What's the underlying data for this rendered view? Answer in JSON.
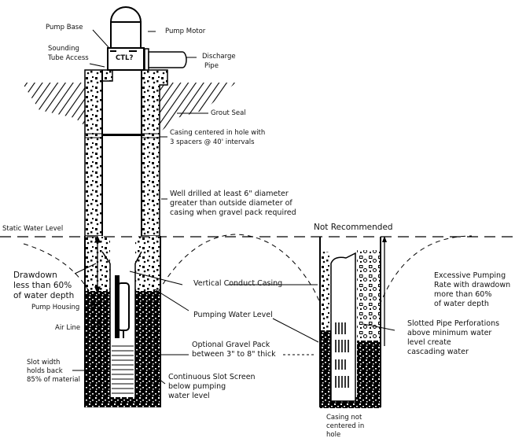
{
  "diagram": {
    "title": "Water Well Construction",
    "pump_assembly": {
      "pump_base": "Pump Base",
      "pump_motor": "Pump Motor",
      "sounding_tube_line1": "Sounding",
      "sounding_tube_line2": "Tube Access",
      "discharge_line1": "Discharge",
      "discharge_line2": "Pipe",
      "motor_badge": "CTL?"
    },
    "well_labels": {
      "grout_seal": "Grout Seal",
      "casing_centered_line1": "Casing centered in hole with",
      "casing_centered_line2": "3 spacers @ 40' intervals",
      "well_drilled_line1": "Well drilled at least 6\" diameter",
      "well_drilled_line2": "greater than outside diameter of",
      "well_drilled_line3": "casing when gravel pack required",
      "static_water_level": "Static Water Level",
      "drawdown_line1": "Drawdown",
      "drawdown_line2": "less than 60%",
      "drawdown_line3": "of water depth",
      "vertical_conduct_casing": "Vertical Conduct Casing",
      "pumping_water_level": "Pumping Water Level",
      "pump_housing": "Pump Housing",
      "air_line": "Air Line",
      "gravel_pack_line1": "Optional Gravel Pack",
      "gravel_pack_line2": "between 3\" to 8\" thick",
      "slot_line1": "Slot width",
      "slot_line2": "holds back",
      "slot_line3": "85% of material",
      "continuous_screen_line1": "Continuous Slot Screen",
      "continuous_screen_line2": "below pumping",
      "continuous_screen_line3": "water level"
    },
    "not_recommended": {
      "heading": "Not Recommended",
      "excessive_line1": "Excessive Pumping",
      "excessive_line2": "Rate with drawdown",
      "excessive_line3": "more than 60%",
      "excessive_line4": "of water depth",
      "slotted_line1": "Slotted Pipe Perforations",
      "slotted_line2": "above minimum water",
      "slotted_line3": "level create",
      "slotted_line4": "cascading water",
      "casing_not_line1": "Casing not",
      "casing_not_line2": "centered in",
      "casing_not_line3": "hole"
    }
  }
}
